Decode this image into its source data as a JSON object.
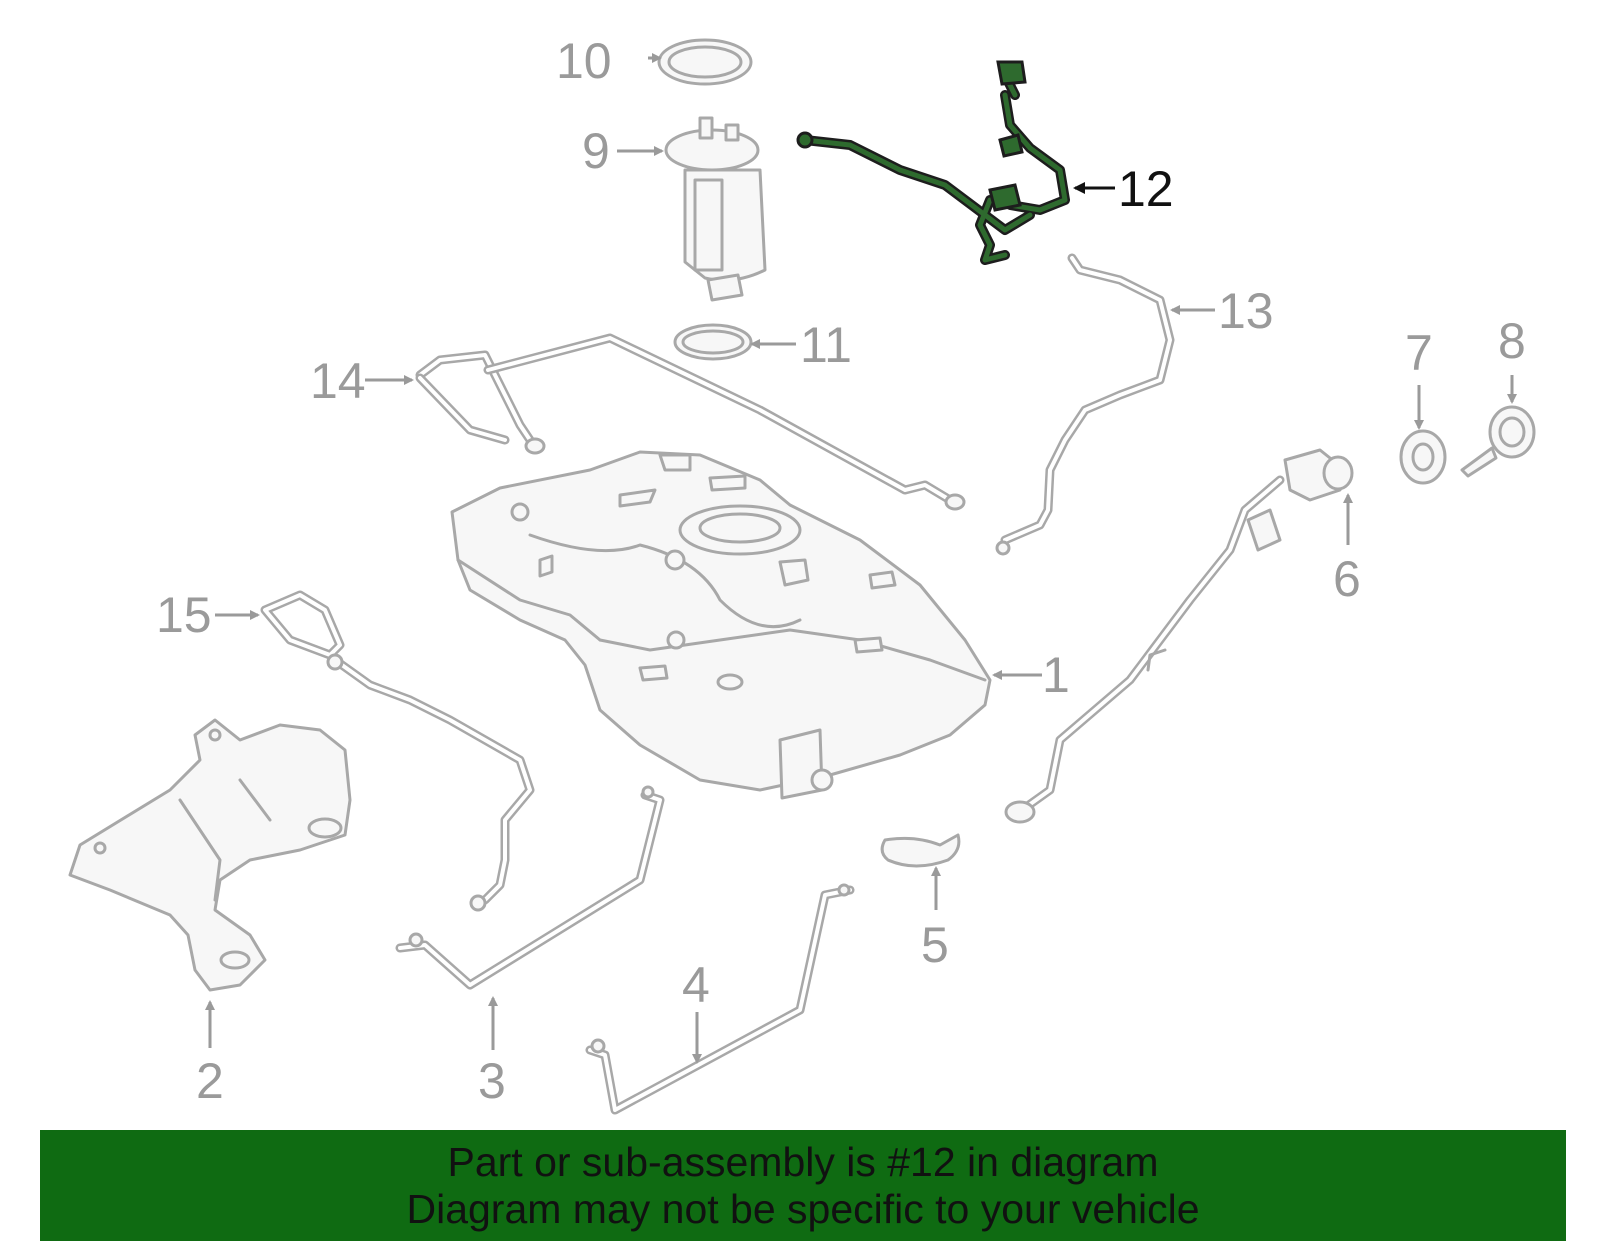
{
  "colors": {
    "banner_background": "#0f6b12",
    "highlight_part": "#2e6a2e",
    "line_art": "#a8a8a8",
    "callout_text": "#9a9a9a",
    "highlight_callout": "#111111"
  },
  "callouts": {
    "c1": "1",
    "c2": "2",
    "c3": "3",
    "c4": "4",
    "c5": "5",
    "c6": "6",
    "c7": "7",
    "c8": "8",
    "c9": "9",
    "c10": "10",
    "c11": "11",
    "c12": "12",
    "c13": "13",
    "c14": "14",
    "c15": "15"
  },
  "highlighted_part": "12",
  "banner": {
    "line1": "Part or sub-assembly is #12 in diagram",
    "line2": "Diagram may not be specific to your vehicle"
  }
}
